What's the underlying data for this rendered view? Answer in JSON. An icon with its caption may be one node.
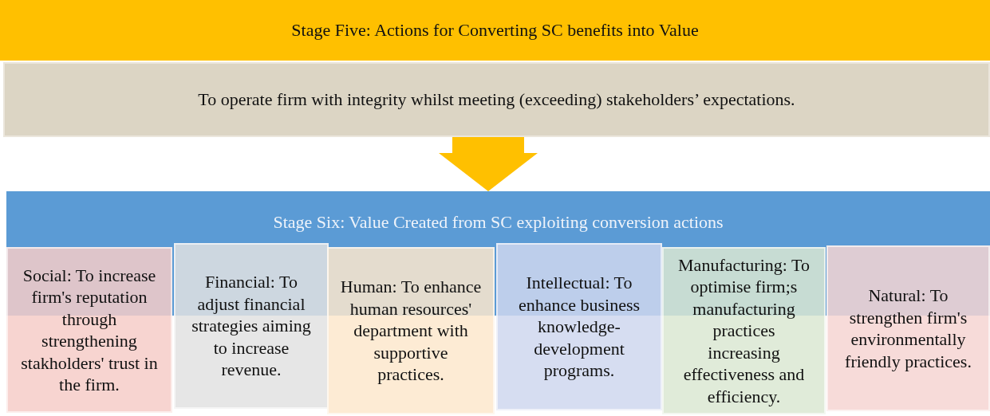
{
  "diagram": {
    "nodes": [
      {
        "text": [
          "Stage Five: Actions for Converting SC benefits into Value"
        ]
      },
      {
        "text": [
          "To operate firm with integrity whilst meeting (exceeding) stakeholders’ expectations."
        ]
      },
      {
        "text": [
          "Stage Six: Value Created from SC exploiting conversion actions"
        ]
      },
      {
        "text": [
          "Social: To increase firm's reputation through strengthening stakholders' trust in the firm."
        ]
      },
      {
        "text": [
          "Financial: To adjust financial strategies aiming to increase revenue."
        ]
      },
      {
        "text": [
          "Human: To enhance human resources' department with supportive practices."
        ]
      },
      {
        "text": [
          "Intellectual: To enhance business knowledge-development programs."
        ]
      },
      {
        "text": [
          "Manufacturing: To optimise firm;s manufacturing practices increasing effectiveness and efficiency."
        ]
      },
      {
        "text": [
          "Natural: To strengthen firm's environmentally friendly practices."
        ]
      }
    ],
    "edges": [
      {
        "from": 1,
        "to": 2,
        "arrow": "to",
        "color": "#ffc000"
      }
    ]
  }
}
